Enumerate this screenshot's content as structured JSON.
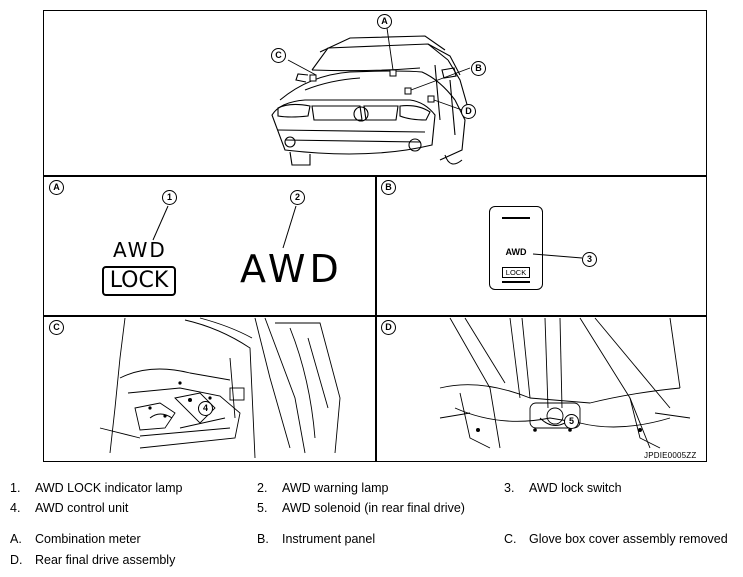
{
  "panels": {
    "a": "A",
    "b": "B",
    "c": "C",
    "d": "D"
  },
  "callouts": {
    "c1": "1",
    "c2": "2",
    "c3": "3",
    "c4": "4",
    "c5": "5"
  },
  "indicator": {
    "awd_lock_top": "AWD",
    "awd_lock_bottom": "LOCK",
    "awd_warning": "AWD"
  },
  "switch": {
    "awd": "AWD",
    "lock": "LOCK"
  },
  "figure_code": "JPDIE0005ZZ",
  "legend": {
    "items": [
      {
        "key": "1.",
        "label": "AWD LOCK indicator lamp"
      },
      {
        "key": "2.",
        "label": "AWD warning lamp"
      },
      {
        "key": "3.",
        "label": "AWD lock switch"
      },
      {
        "key": "4.",
        "label": "AWD control unit"
      },
      {
        "key": "5.",
        "label": "AWD solenoid (in rear final drive)"
      }
    ],
    "letters": [
      {
        "key": "A.",
        "label": "Combination meter"
      },
      {
        "key": "B.",
        "label": "Instrument panel"
      },
      {
        "key": "C.",
        "label": "Glove box cover assembly removed"
      },
      {
        "key": "D.",
        "label": "Rear final drive assembly"
      }
    ]
  }
}
